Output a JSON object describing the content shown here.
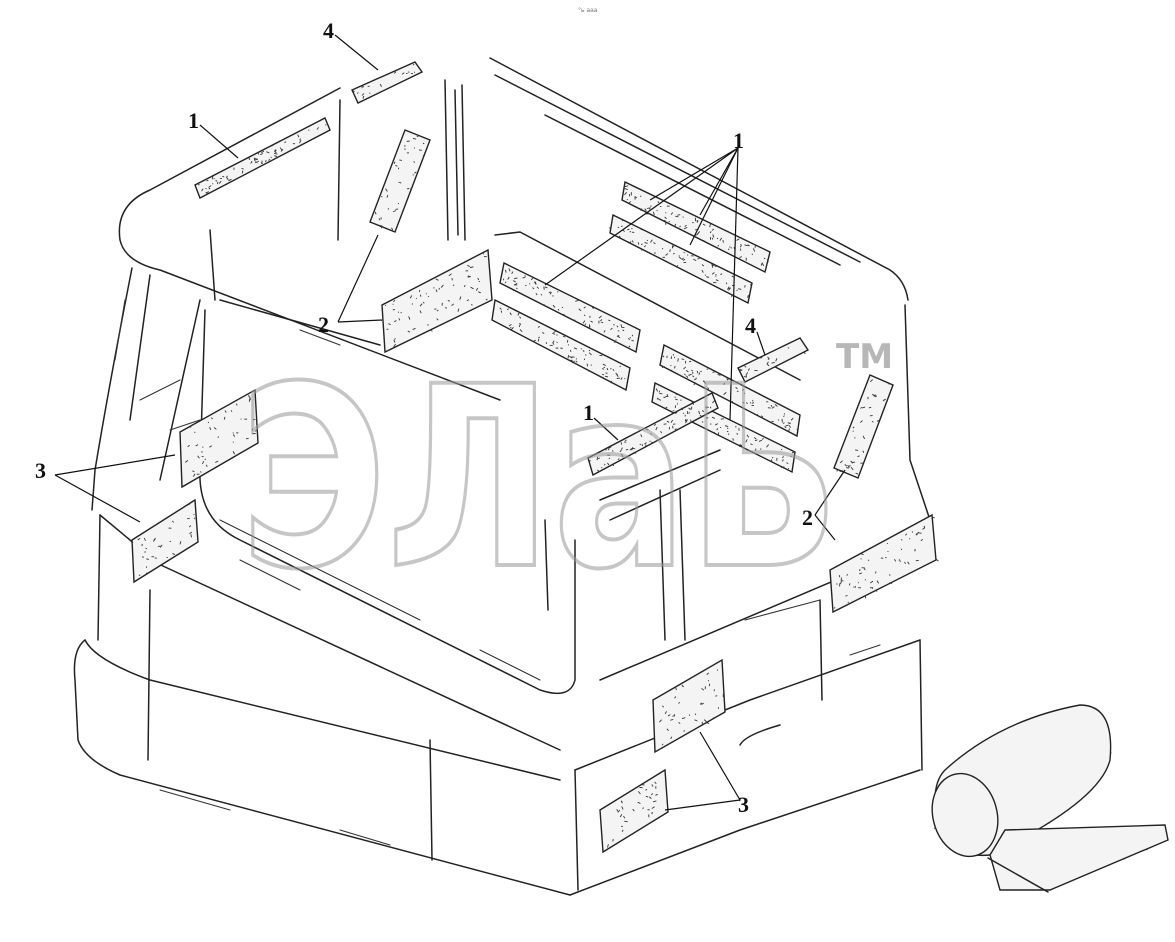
{
  "header": {
    "small_mark": "°ь ааа"
  },
  "watermark": {
    "logo_text": "ЭЛаЬ",
    "trademark": "TM"
  },
  "callouts": {
    "top_left_1": "1",
    "top_4": "4",
    "center_1_group": "1",
    "left_2": "2",
    "right_4": "4",
    "mid_1": "1",
    "left_3": "3",
    "right_2": "2",
    "bottom_3": "3"
  }
}
